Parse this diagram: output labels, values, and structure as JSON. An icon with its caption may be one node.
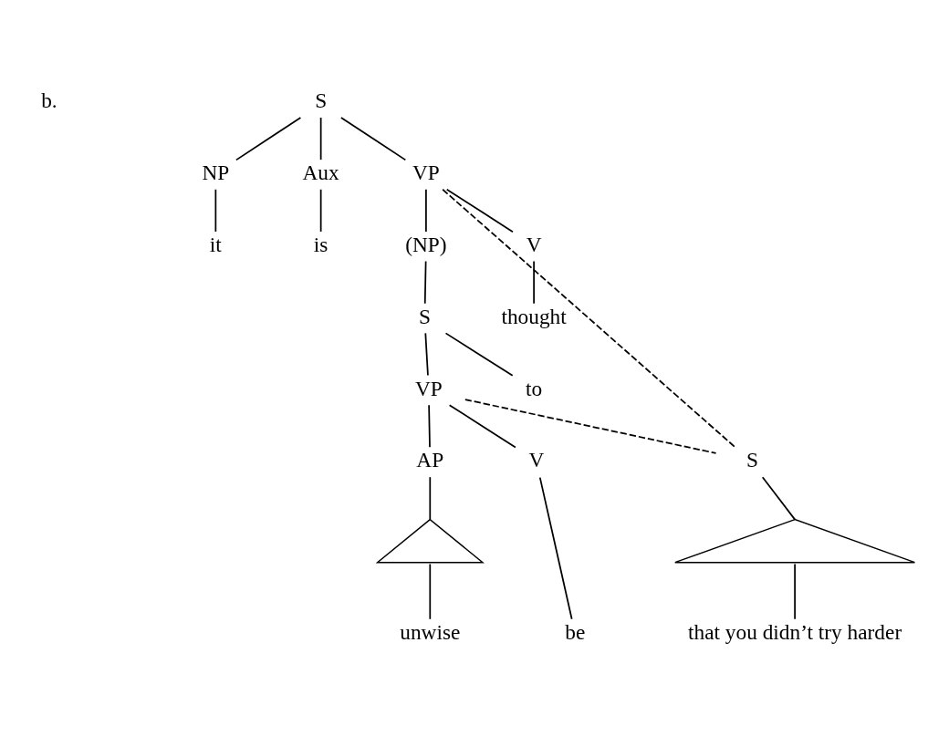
{
  "diagram": {
    "nodes": [
      {
        "text": [
          "S"
        ]
      },
      {
        "text": [
          "NP"
        ]
      },
      {
        "text": [
          "Aux"
        ]
      },
      {
        "text": [
          "VP"
        ]
      },
      {
        "text": [
          "it"
        ]
      },
      {
        "text": [
          "is"
        ]
      },
      {
        "text": [
          "V"
        ]
      },
      {
        "text": [
          "(NP)"
        ]
      },
      {
        "text": [
          "thought"
        ]
      },
      {
        "text": [
          "S"
        ]
      },
      {
        "text": [
          "to"
        ]
      },
      {
        "text": [
          "VP"
        ]
      },
      {
        "text": [
          "V"
        ]
      },
      {
        "text": [
          "AP"
        ]
      },
      {
        "text": [
          "S"
        ]
      },
      {
        "text": [],
        "shape": "triangle"
      },
      {
        "text": [],
        "shape": "triangle"
      },
      {
        "text": [
          "be"
        ]
      },
      {
        "text": [
          "unwise"
        ]
      },
      {
        "text": [
          "that you didn’t try harder"
        ]
      }
    ],
    "edges": [
      {
        "from": 0,
        "to": 1,
        "arrow": "none"
      },
      {
        "from": 0,
        "to": 2,
        "arrow": "none"
      },
      {
        "from": 0,
        "to": 3,
        "arrow": "none"
      },
      {
        "from": 1,
        "to": 4,
        "arrow": "none"
      },
      {
        "from": 2,
        "to": 5,
        "arrow": "none"
      },
      {
        "from": 3,
        "to": 6,
        "arrow": "none"
      },
      {
        "from": 3,
        "to": 7,
        "arrow": "none"
      },
      {
        "from": 3,
        "to": 14,
        "arrow": "none",
        "style": "dashed"
      },
      {
        "from": 6,
        "to": 8,
        "arrow": "none"
      },
      {
        "from": 7,
        "to": 9,
        "arrow": "none"
      },
      {
        "from": 9,
        "to": 10,
        "arrow": "none"
      },
      {
        "from": 9,
        "to": 11,
        "arrow": "none"
      },
      {
        "from": 11,
        "to": 12,
        "arrow": "none"
      },
      {
        "from": 11,
        "to": 13,
        "arrow": "none"
      },
      {
        "from": 11,
        "to": 14,
        "arrow": "none",
        "style": "dashed"
      },
      {
        "from": 12,
        "to": 17,
        "arrow": "none"
      },
      {
        "from": 13,
        "to": 15,
        "arrow": "none"
      },
      {
        "from": 15,
        "to": 18,
        "arrow": "none"
      },
      {
        "from": 14,
        "to": 16,
        "arrow": "none"
      },
      {
        "from": 16,
        "to": 19,
        "arrow": "none"
      }
    ],
    "labels": [
      "b."
    ]
  }
}
